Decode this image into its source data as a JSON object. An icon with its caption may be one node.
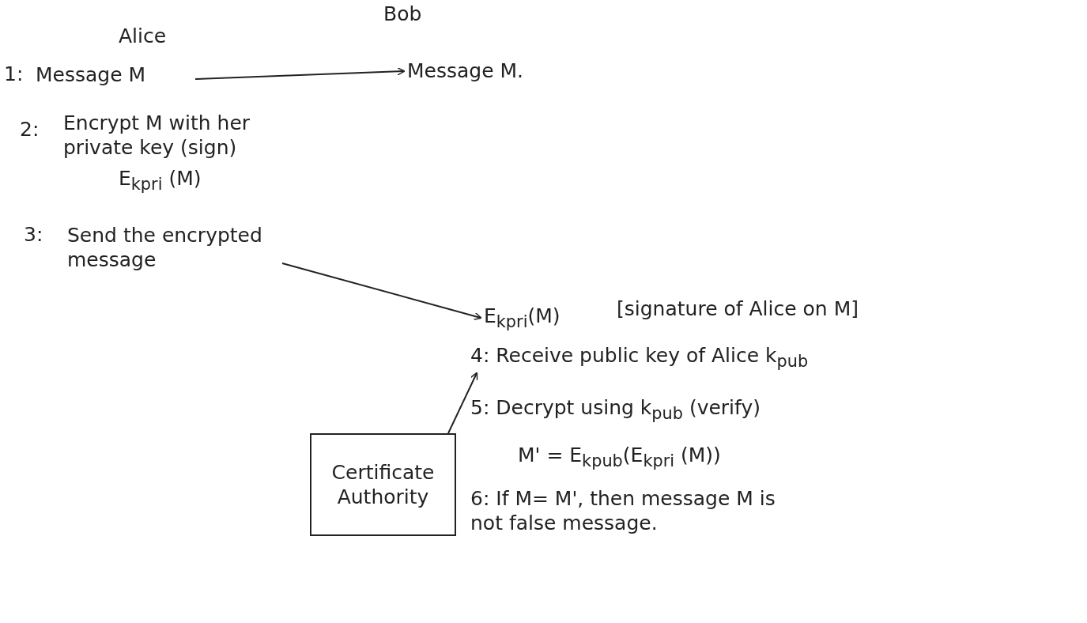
{
  "diagram": {
    "nodes": [
      {
        "text": [
          "Message M"
        ],
        "beside": [
          "1:"
        ]
      },
      {
        "text": [
          "Message M."
        ]
      },
      {
        "text": [
          "Send the encrypted message"
        ],
        "beside": [
          "3:"
        ]
      },
      {
        "text": [
          "E$_{kpri}$(M)"
        ]
      },
      {
        "text": [
          "Certificate Authority"
        ]
      },
      {
        "text": [
          "4: Receive public key of Alice k$_{pub}$"
        ]
      }
    ],
    "edges": [
      {
        "from": 0,
        "to": 1,
        "arrow": "to"
      },
      {
        "from": 2,
        "to": 3,
        "arrow": "to"
      },
      {
        "from": 4,
        "to": 5,
        "arrow": "to"
      }
    ],
    "labels": [
      "Alice",
      "Bob",
      "2:",
      "Encrypt M with her private key (sign)",
      "E$_{kpri}$ (M)",
      "[signature of Alice on M]",
      "5: Decrypt using k$_{pub}$ (verify)",
      "M' = E$_{kpub}$(E$_{kpri}$ (M))",
      "6: If M= M', then message M is not false message."
    ]
  }
}
